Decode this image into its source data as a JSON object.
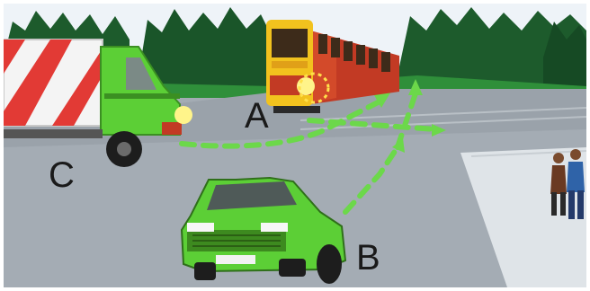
{
  "scene": {
    "labels": {
      "tram": "A",
      "car": "B",
      "truck": "C"
    },
    "colors": {
      "sky": "#f2f6fb",
      "forest": "#1d5b2c",
      "grass": "#2f8f3a",
      "road": "#a4acb4",
      "sidewalk": "#dfe4e8",
      "arrow": "#6cd84a",
      "vehicle_green": "#5ccf36",
      "tram_yellow": "#f2c21e",
      "tram_red": "#c23a24",
      "stripe_red": "#e23a35"
    }
  }
}
